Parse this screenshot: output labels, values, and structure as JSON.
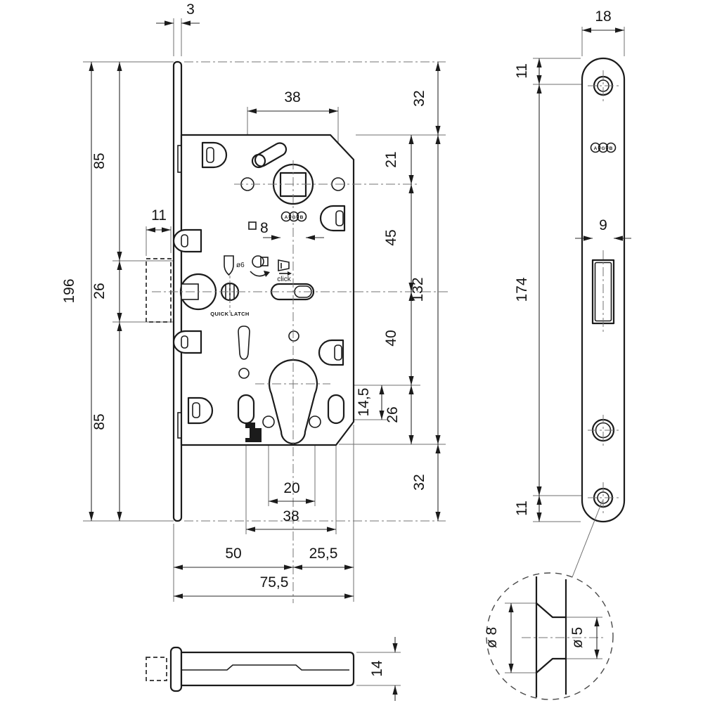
{
  "main_view": {
    "dims": {
      "faceplate_thickness": "3",
      "height_total": "196",
      "height_top": "85",
      "magnet_height": "26",
      "height_bottom": "85",
      "magnet_width": "11",
      "handle_spacing_top": "38",
      "offset_top": "32",
      "handle_to_top": "21",
      "handle_to_center": "45",
      "body_height": "132",
      "center_to_cylinder": "40",
      "cylinder_to_holes": "14,5",
      "cylinder_to_bottom": "26",
      "offset_bottom": "32",
      "spindle_square": "8",
      "screw_spacing": "20",
      "hole_spacing_bottom": "38",
      "backset": "50",
      "body_behind": "25,5",
      "total_depth": "75,5",
      "latch_pin_diameter": "ø6"
    },
    "labels": {
      "click": "click",
      "quick_latch": "QUICK LATCH"
    }
  },
  "faceplate_view": {
    "dims": {
      "width": "18",
      "screw_top_offset": "11",
      "screw_spacing": "174",
      "latch_window_width": "9",
      "screw_bottom_offset": "11"
    }
  },
  "detail_view": {
    "dims": {
      "outer_diameter": "ø 8",
      "inner_diameter": "ø 5"
    }
  },
  "latch_view": {
    "dims": {
      "height": "14"
    }
  },
  "logo": {
    "l1": "A",
    "l2": "G",
    "l3": "B"
  }
}
